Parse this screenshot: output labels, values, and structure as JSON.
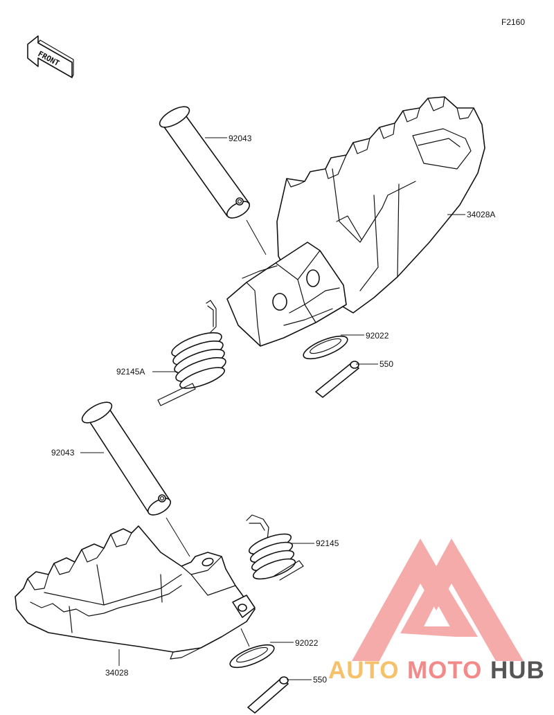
{
  "figure_code": "F2160",
  "front_label": "FRONT",
  "callouts": {
    "upper_pin": "92043",
    "upper_footpeg": "34028A",
    "upper_spring": "92145A",
    "upper_washer": "92022",
    "upper_cotter": "550",
    "lower_pin": "92043",
    "lower_spring": "92145",
    "lower_washer": "92022",
    "lower_footpeg": "34028",
    "lower_cotter": "550"
  },
  "watermark": {
    "word_1": "AUTO",
    "word_2": "MOTO",
    "word_3": "HUB",
    "color_1": "#f5c16b",
    "color_2": "#f28a8a",
    "color_3": "#555555",
    "logo_color": "#f6a3a3"
  }
}
